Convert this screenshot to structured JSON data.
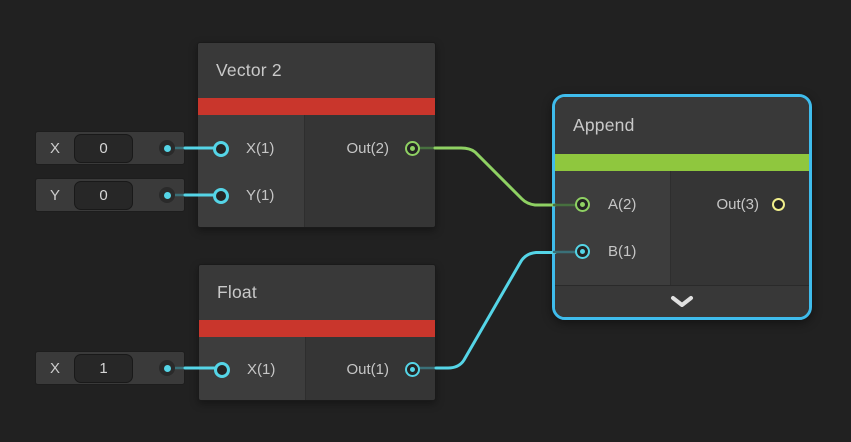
{
  "colors": {
    "background": "#212121",
    "selection_border": "#3fbcec",
    "divider_red": "#c9362c",
    "divider_green": "#8fc73e",
    "port_cyan": "#55d5e7",
    "port_green": "#8fd163",
    "port_yellow": "#f0ee8b",
    "wire_cyan": "#55d5e7",
    "wire_cyan_dim": "#3a7078",
    "wire_green": "#8fd163",
    "wire_green_dim": "#47703f",
    "chevron": "#e0e0e0"
  },
  "nodes": {
    "vector2": {
      "title": "Vector 2",
      "inputs": [
        {
          "label": "X(1)"
        },
        {
          "label": "Y(1)"
        }
      ],
      "outputs": [
        {
          "label": "Out(2)"
        }
      ]
    },
    "float": {
      "title": "Float",
      "inputs": [
        {
          "label": "X(1)"
        }
      ],
      "outputs": [
        {
          "label": "Out(1)"
        }
      ]
    },
    "append": {
      "title": "Append",
      "selected": true,
      "inputs": [
        {
          "label": "A(2)"
        },
        {
          "label": "B(1)"
        }
      ],
      "outputs": [
        {
          "label": "Out(3)"
        }
      ],
      "expander": "chevron-down-icon"
    }
  },
  "widgets": [
    {
      "label": "X",
      "value": "0"
    },
    {
      "label": "Y",
      "value": "0"
    },
    {
      "label": "X",
      "value": "1"
    }
  ],
  "edges": [
    {
      "from": "Vector 2 / Out(2)",
      "to": "Append / A(2)",
      "color": "#8fd163"
    },
    {
      "from": "Float / Out(1)",
      "to": "Append / B(1)",
      "color": "#55d5e7"
    }
  ]
}
